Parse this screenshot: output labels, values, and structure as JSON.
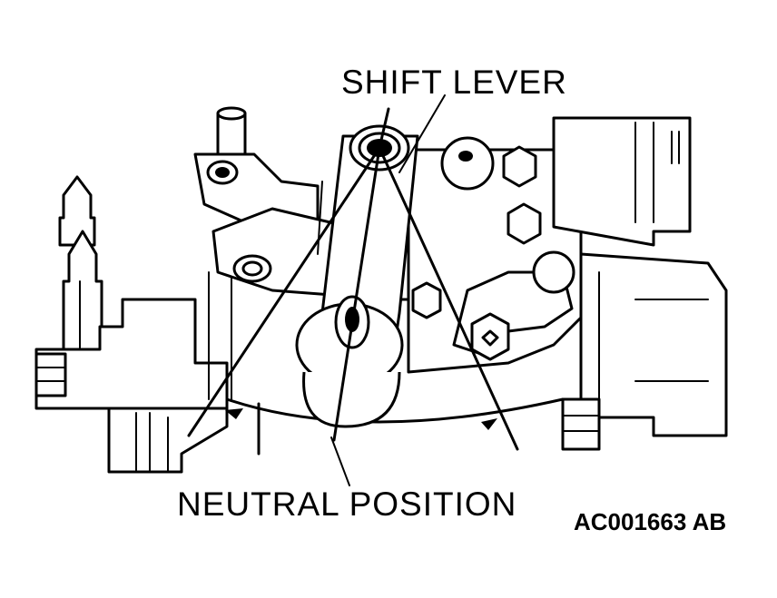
{
  "labels": {
    "shift_lever": "SHIFT LEVER",
    "neutral_position": "NEUTRAL POSITION",
    "figure_code": "AC001663 AB"
  }
}
